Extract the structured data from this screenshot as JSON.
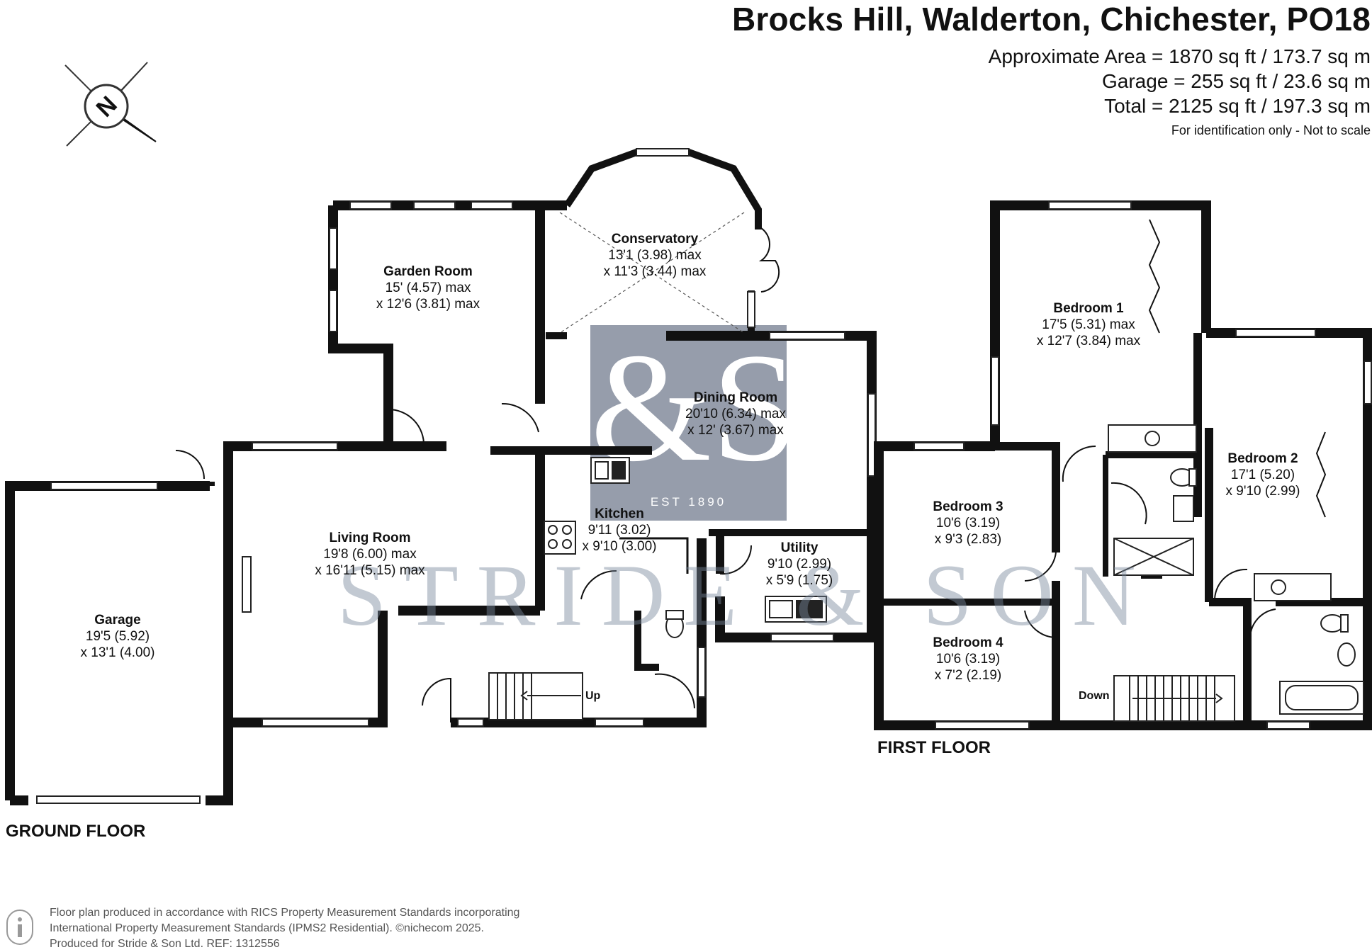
{
  "header": {
    "title": "Brocks Hill, Walderton, Chichester, PO18",
    "area_lines": [
      "Approximate Area = 1870 sq ft / 173.7 sq m",
      "Garage = 255 sq ft / 23.6 sq m",
      "Total = 2125 sq ft / 197.3 sq m"
    ],
    "note": "For identification only - Not to scale"
  },
  "compass": {
    "label": "N",
    "icon": "compass-rose-icon"
  },
  "watermark": {
    "text": "STRIDE & SON",
    "logo_mark": "&S",
    "logo_est": "EST 1890"
  },
  "floors": {
    "ground": "GROUND FLOOR",
    "first": "FIRST FLOOR"
  },
  "rooms": {
    "garden_room": {
      "name": "Garden Room",
      "dim1": "15' (4.57) max",
      "dim2": "x 12'6 (3.81) max"
    },
    "conservatory": {
      "name": "Conservatory",
      "dim1": "13'1 (3.98) max",
      "dim2": "x 11'3 (3.44) max"
    },
    "dining_room": {
      "name": "Dining Room",
      "dim1": "20'10 (6.34) max",
      "dim2": "x 12' (3.67) max"
    },
    "kitchen": {
      "name": "Kitchen",
      "dim1": "9'11 (3.02)",
      "dim2": "x 9'10 (3.00)"
    },
    "utility": {
      "name": "Utility",
      "dim1": "9'10 (2.99)",
      "dim2": "x 5'9 (1.75)"
    },
    "living_room": {
      "name": "Living Room",
      "dim1": "19'8 (6.00) max",
      "dim2": "x 16'11 (5.15) max"
    },
    "garage": {
      "name": "Garage",
      "dim1": "19'5 (5.92)",
      "dim2": "x 13'1 (4.00)"
    },
    "bedroom1": {
      "name": "Bedroom 1",
      "dim1": "17'5 (5.31) max",
      "dim2": "x 12'7 (3.84) max"
    },
    "bedroom2": {
      "name": "Bedroom 2",
      "dim1": "17'1 (5.20)",
      "dim2": "x 9'10 (2.99)"
    },
    "bedroom3": {
      "name": "Bedroom 3",
      "dim1": "10'6 (3.19)",
      "dim2": "x 9'3 (2.83)"
    },
    "bedroom4": {
      "name": "Bedroom 4",
      "dim1": "10'6 (3.19)",
      "dim2": "x 7'2 (2.19)"
    }
  },
  "stairs": {
    "up": "Up",
    "down": "Down"
  },
  "footer": {
    "line1": "Floor plan produced in accordance with RICS Property Measurement Standards incorporating",
    "line2": "International Property Measurement Standards (IPMS2 Residential).  ©nichecom 2025.",
    "line3": "Produced for Stride & Son Ltd.   REF: 1312556"
  }
}
